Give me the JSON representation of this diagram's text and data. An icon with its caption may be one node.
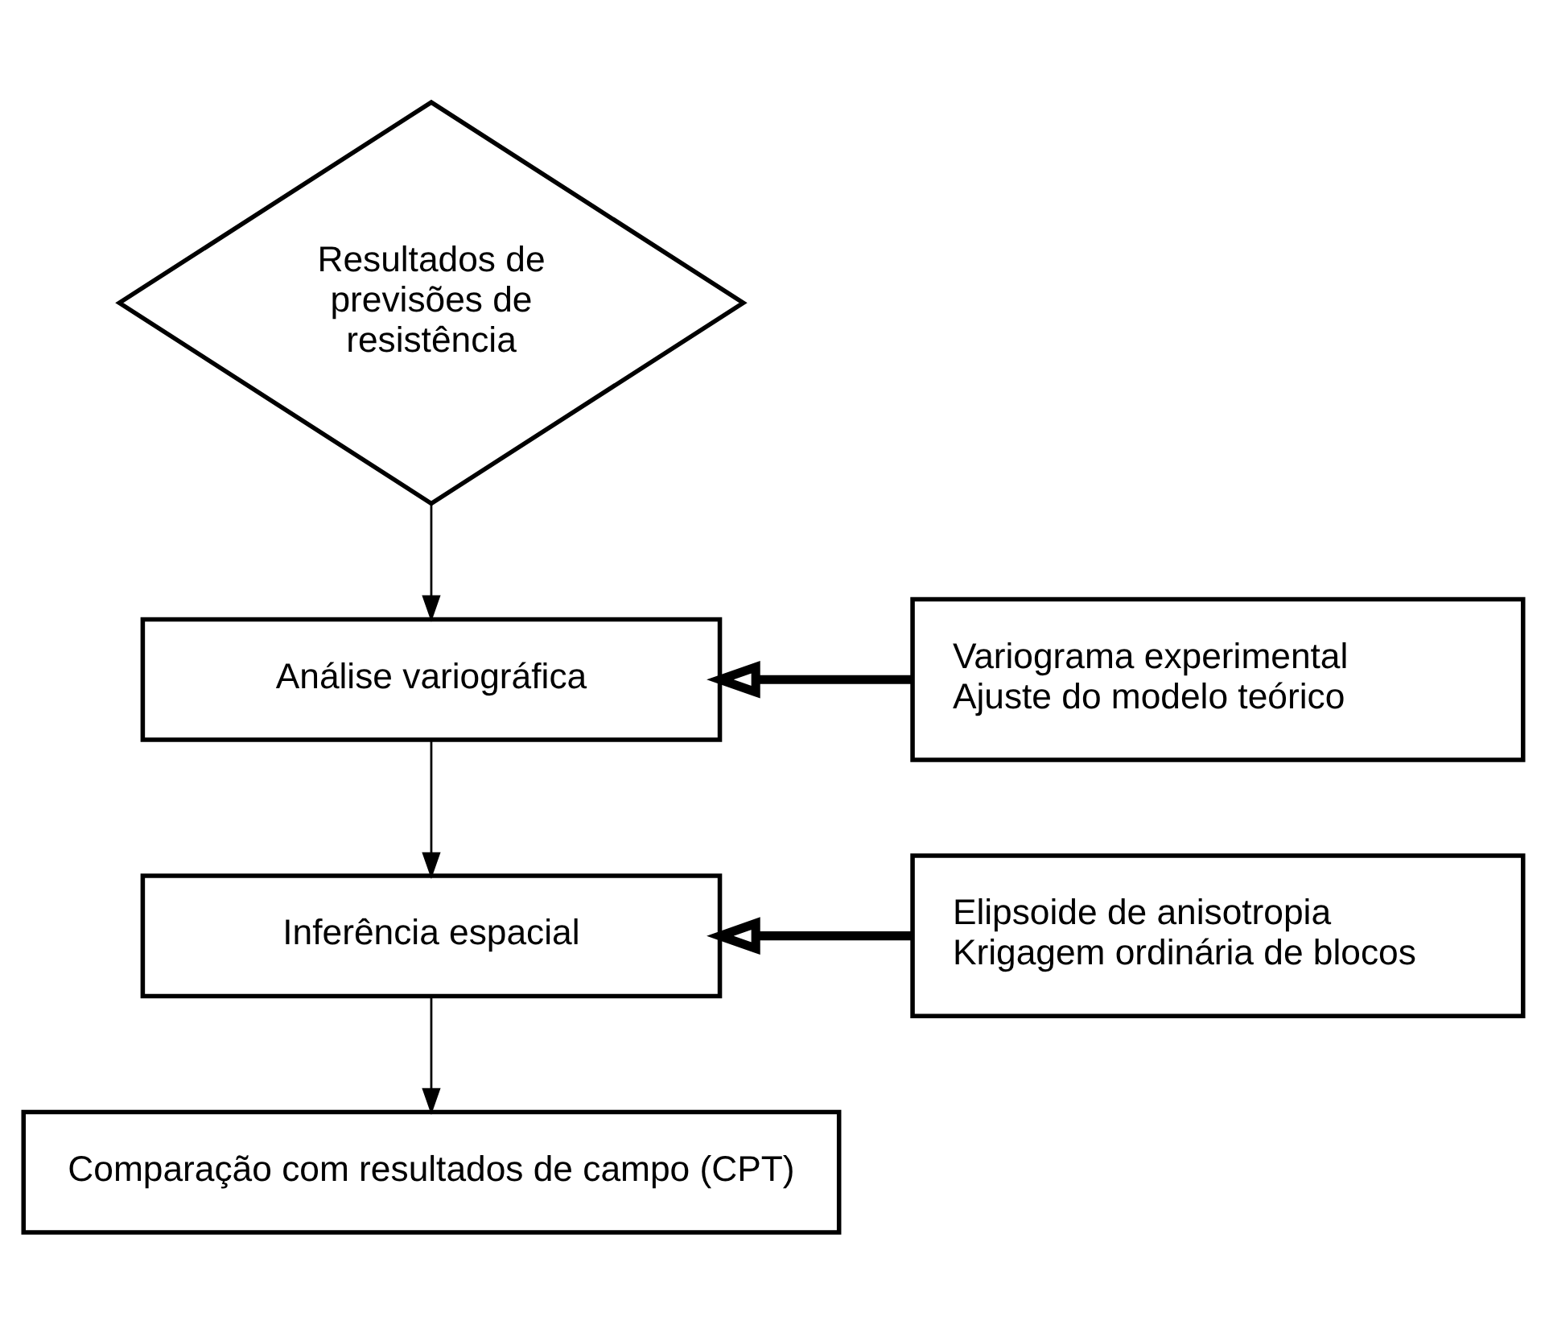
{
  "diagram": {
    "nodes": [
      {
        "text": [
          "Resultados de previsões de resistência"
        ]
      },
      {
        "text": [
          "Análise variográfica"
        ]
      },
      {
        "text": [
          "Variograma experimental",
          "Ajuste do modelo teórico"
        ]
      },
      {
        "text": [
          "Inferência espacial"
        ]
      },
      {
        "text": [
          "Elipsoide de anisotropia",
          "Krigagem ordinária de blocos"
        ]
      },
      {
        "text": [
          "Comparação com resultados de campo (CPT)"
        ]
      }
    ],
    "edges": [
      {
        "from": 0,
        "to": 1,
        "arrow": "to"
      },
      {
        "from": 2,
        "to": 1,
        "arrow": "to",
        "style": "thick"
      },
      {
        "from": 1,
        "to": 3,
        "arrow": "to"
      },
      {
        "from": 4,
        "to": 3,
        "arrow": "to",
        "style": "thick"
      },
      {
        "from": 3,
        "to": 5,
        "arrow": "to"
      }
    ]
  }
}
